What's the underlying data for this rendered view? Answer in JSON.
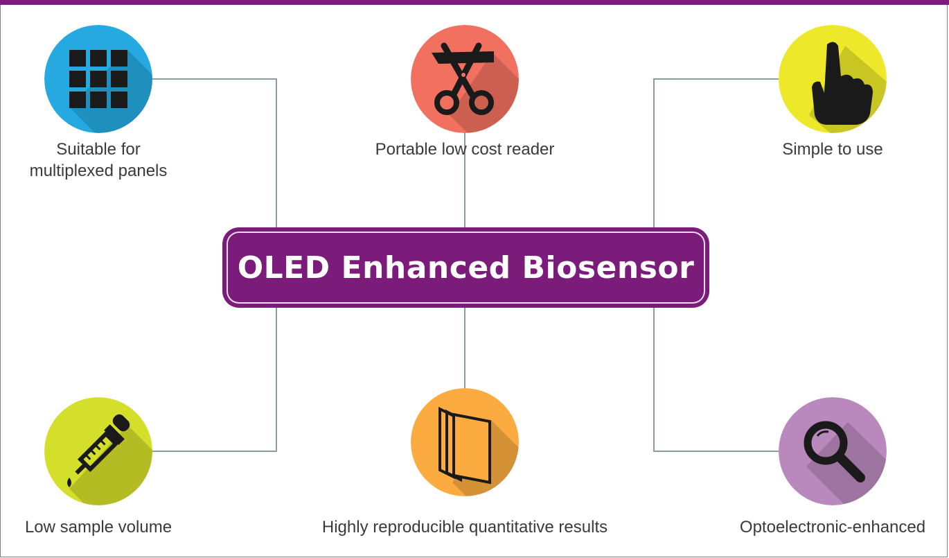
{
  "title": "OLED Enhanced Biosensor",
  "colors": {
    "brand_purple": "#7b1b7a",
    "connector": "#8a9ba3",
    "frame": "#7a7f84",
    "text": "#3a3a3a"
  },
  "features": [
    {
      "label_lines": [
        "Suitable for",
        "multiplexed panels"
      ],
      "icon": "grid-icon",
      "circle_color": "#25a9e0"
    },
    {
      "label_lines": [
        "Portable low cost reader"
      ],
      "icon": "scissors-icon",
      "circle_color": "#f1705f"
    },
    {
      "label_lines": [
        "Simple to use"
      ],
      "icon": "pointing-hand-icon",
      "circle_color": "#ede82a"
    },
    {
      "label_lines": [
        "Low sample volume"
      ],
      "icon": "pipette-icon",
      "circle_color": "#d3df2a"
    },
    {
      "label_lines": [
        "Highly reproducible quantitative results"
      ],
      "icon": "documents-icon",
      "circle_color": "#fbab3f"
    },
    {
      "label_lines": [
        "Optoelectronic-enhanced"
      ],
      "icon": "magnifier-icon",
      "circle_color": "#b988bd"
    }
  ]
}
